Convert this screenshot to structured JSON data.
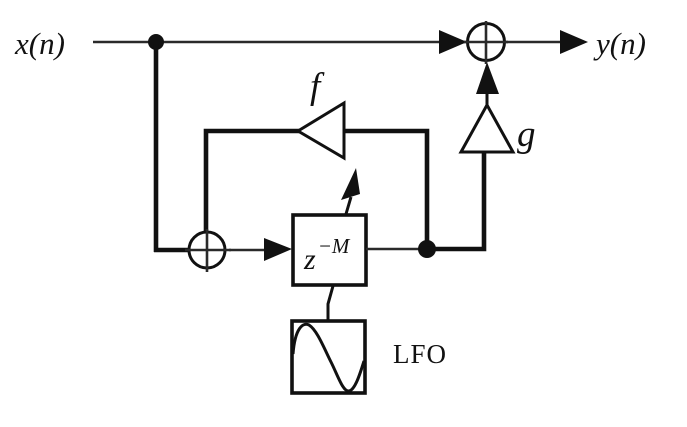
{
  "diagram": {
    "type": "signal-flow-block-diagram",
    "background": "#ffffff",
    "line_color": "#111111",
    "labels": {
      "input": "x(n)",
      "output": "y(n)",
      "feedback_gain": "f",
      "direct_gain": "g",
      "delay_base": "z",
      "delay_exponent": "−M",
      "lfo": "LFO"
    },
    "blocks": [
      {
        "name": "delay-block",
        "label": "z −M"
      },
      {
        "name": "lfo-block",
        "label": "LFO"
      },
      {
        "name": "feedback-gain-amp",
        "label": "f"
      },
      {
        "name": "direct-gain-amp",
        "label": "g"
      },
      {
        "name": "feedback-adder",
        "symbol": "⊕"
      },
      {
        "name": "output-adder",
        "symbol": "⊕"
      }
    ]
  }
}
